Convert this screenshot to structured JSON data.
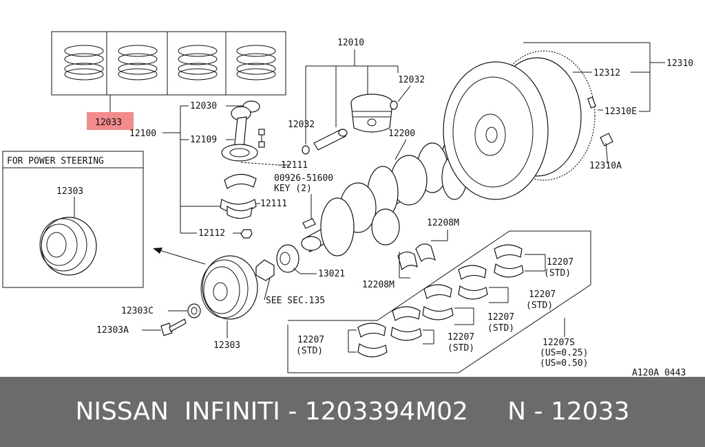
{
  "diagram": {
    "callouts": {
      "p12033": "12033",
      "p12010": "12010",
      "p12032a": "12032",
      "p12032b": "12032",
      "p12030": "12030",
      "p12100": "12100",
      "p12109": "12109",
      "p12111a": "12111",
      "p12111b": "12111",
      "p12112": "12112",
      "p12200": "12200",
      "key_part": "00926-51600",
      "key_label": "KEY (2)",
      "p12312": "12312",
      "p12310": "12310",
      "p12310e": "12310E",
      "p12310a": "12310A",
      "p12208m_top": "12208M",
      "p12208m_bot": "12208M",
      "p13021": "13021",
      "see_sec": "SEE SEC.135",
      "p12303_inset": "12303",
      "p12303_main": "12303",
      "p12303c": "12303C",
      "p12303a": "12303A",
      "p12207_a": "12207",
      "std_a": "(STD)",
      "p12207_b": "12207",
      "std_b": "(STD)",
      "p12207_c": "12207",
      "std_c": "(STD)",
      "p12207_d": "12207",
      "std_d": "(STD)",
      "p12207_e": "12207",
      "std_e": "(STD)",
      "p12207s": "12207S",
      "us025": "(US=0.25)",
      "us050": "(US=0.50)"
    },
    "inset_title": "FOR POWER STEERING",
    "ref_code": "A120A 0443",
    "highlight_color": "#f28b8b"
  },
  "footer": {
    "text": "NISSAN  INFINITI - 1203394M02     N - 12033",
    "background": "#6b6b6b"
  }
}
